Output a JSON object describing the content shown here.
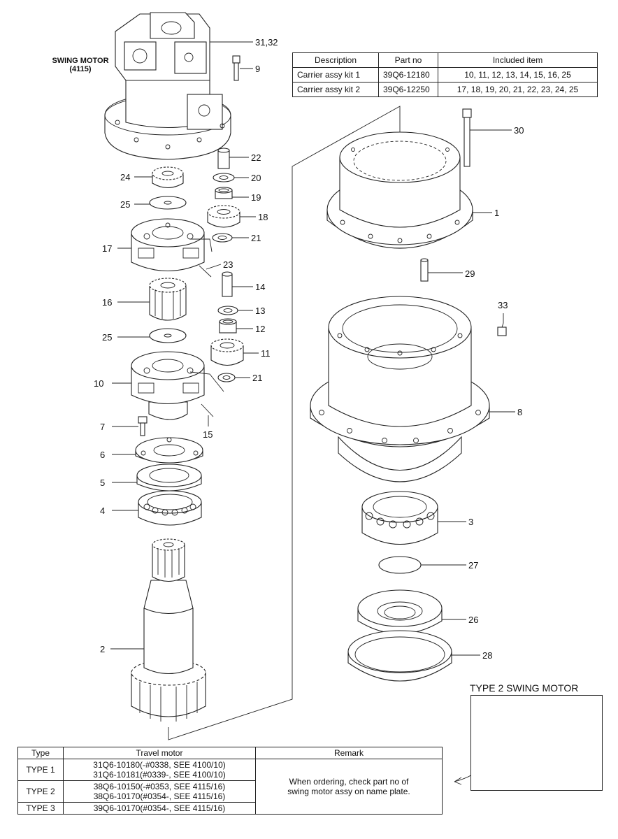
{
  "motor_label": {
    "line1": "SWING MOTOR",
    "line2": "(4115)"
  },
  "kit_table": {
    "headers": [
      "Description",
      "Part no",
      "Included item"
    ],
    "rows": [
      [
        "Carrier assy kit 1",
        "39Q6-12180",
        "10, 11, 12, 13, 14, 15, 16, 25"
      ],
      [
        "Carrier assy kit 2",
        "39Q6-12250",
        "17, 18, 19, 20, 21, 22, 23, 24, 25"
      ]
    ]
  },
  "callouts": {
    "c31_32": "31,32",
    "c9": "9",
    "c22": "22",
    "c24": "24",
    "c20": "20",
    "c19": "19",
    "c25a": "25",
    "c18": "18",
    "c21a": "21",
    "c17": "17",
    "c23": "23",
    "c14": "14",
    "c16": "16",
    "c13": "13",
    "c12": "12",
    "c25b": "25",
    "c11": "11",
    "c21b": "21",
    "c10": "10",
    "c15": "15",
    "c7": "7",
    "c6": "6",
    "c5": "5",
    "c4": "4",
    "c2": "2",
    "c30": "30",
    "c1": "1",
    "c29": "29",
    "c33": "33",
    "c8": "8",
    "c3": "3",
    "c27": "27",
    "c26": "26",
    "c28": "28"
  },
  "type2_title": "TYPE 2 SWING MOTOR",
  "type_table": {
    "headers": [
      "Type",
      "Travel motor",
      "Remark"
    ],
    "rows": [
      {
        "type": "TYPE 1",
        "motor_1": "31Q6-10180(-#0338, SEE 4100/10)",
        "motor_2": "31Q6-10181(#0339-, SEE 4100/10)"
      },
      {
        "type": "TYPE 2",
        "motor_1": "38Q6-10150(-#0353, SEE 4115/16)",
        "motor_2": "38Q6-10170(#0354-, SEE 4115/16)"
      },
      {
        "type": "TYPE 3",
        "motor_1": "39Q6-10170(#0354-, SEE 4115/16)",
        "motor_2": ""
      }
    ],
    "remark_1": "When ordering, check part no of",
    "remark_2": "swing motor assy on name plate."
  }
}
